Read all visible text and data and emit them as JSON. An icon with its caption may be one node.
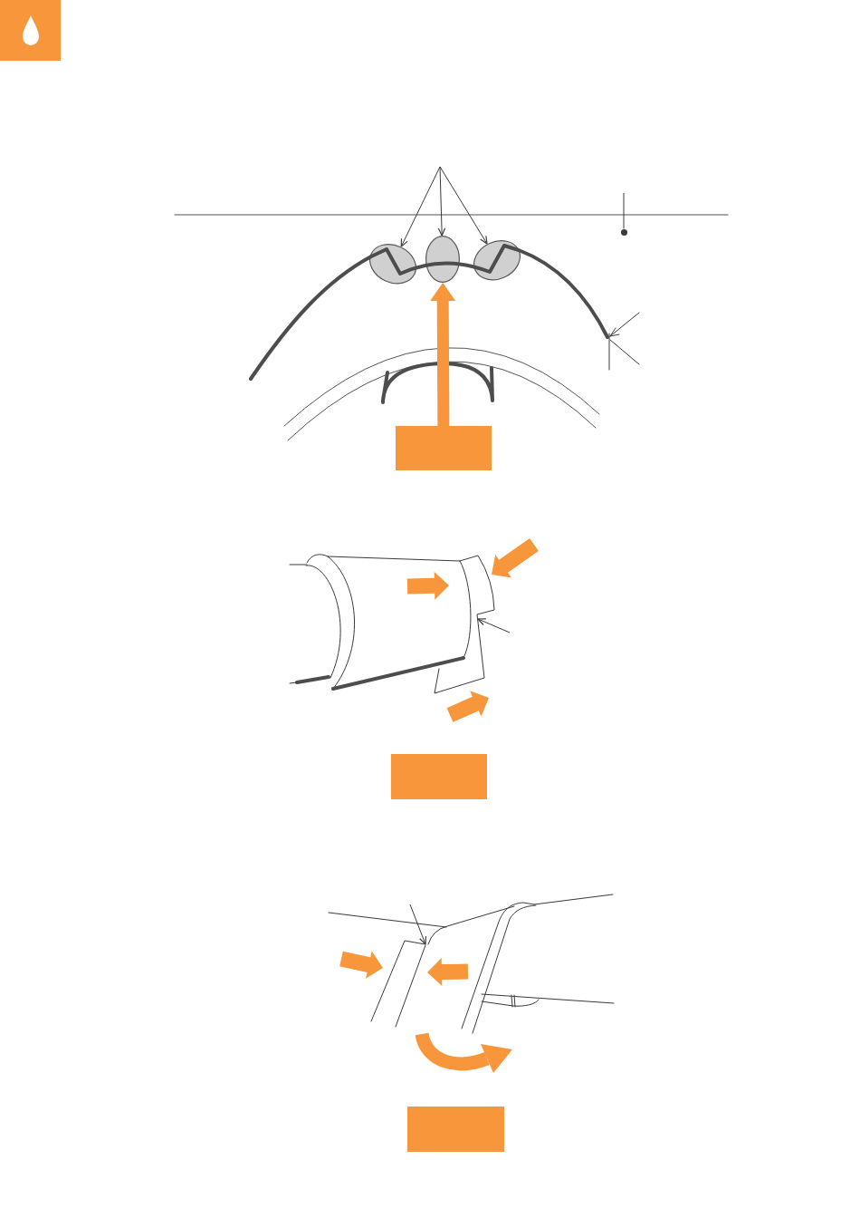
{
  "diagram": {
    "nodes": [
      {
        "text": [],
        "shape": "ellipse"
      },
      {
        "text": [],
        "shape": "ellipse"
      },
      {
        "text": [],
        "shape": "ellipse"
      },
      {
        "text": [],
        "shape": "circle"
      },
      {
        "text": [],
        "shape": "box"
      },
      {
        "text": [],
        "shape": "picture"
      },
      {
        "text": [],
        "shape": "box"
      },
      {
        "text": [],
        "shape": "picture"
      },
      {
        "text": [],
        "shape": "box"
      }
    ],
    "edges": [
      {
        "from": null,
        "to": 0,
        "arrow": "to"
      },
      {
        "from": null,
        "to": 1,
        "arrow": "to"
      },
      {
        "from": null,
        "to": 2,
        "arrow": "to"
      },
      {
        "from": null,
        "to": 3,
        "arrow": "none"
      },
      {
        "from": 4,
        "to": 1,
        "arrow": "to",
        "style": "thick",
        "color": "#f7963b"
      },
      {
        "from": null,
        "to": 5,
        "arrow": "to"
      },
      {
        "from": null,
        "to": 7,
        "arrow": "to"
      }
    ]
  }
}
